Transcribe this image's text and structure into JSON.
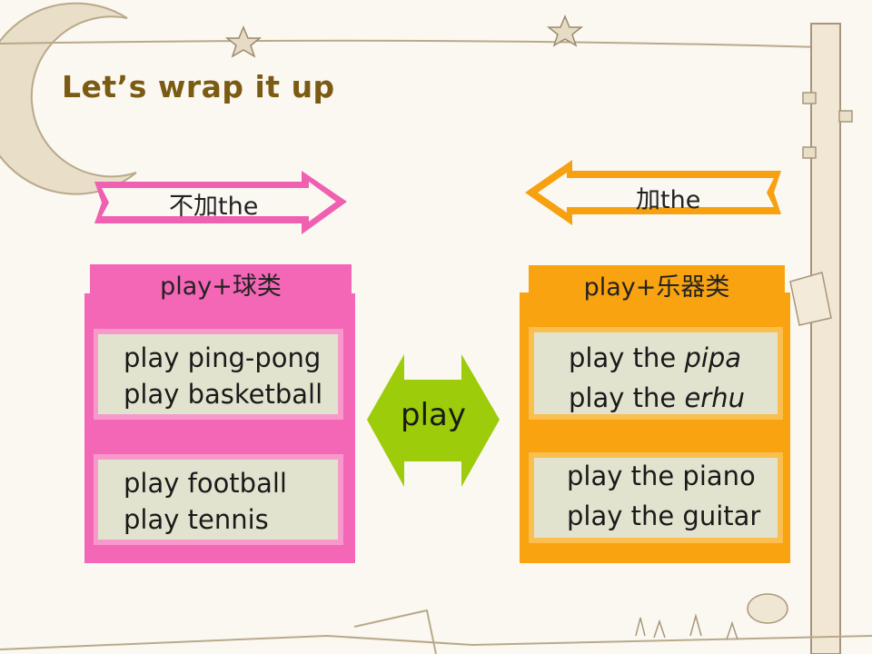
{
  "title": "Let’s wrap it up",
  "left_arrow": {
    "label": "不加the",
    "color": "#f060b0"
  },
  "right_arrow": {
    "label": "加the",
    "color": "#f7a010"
  },
  "center": {
    "label": "play",
    "color": "#9ccc0a"
  },
  "left_panel": {
    "header": "play+球类",
    "color": "#f466b6",
    "groups": [
      {
        "line1": "play ping-pong",
        "line2": "play basketball"
      },
      {
        "line1": "play football",
        "line2": "play tennis"
      }
    ]
  },
  "right_panel": {
    "header": "play+乐器类",
    "color": "#f8a30f",
    "groups": [
      {
        "line1_prefix": "play the ",
        "line1_italic": "pipa",
        "line2_prefix": "play the ",
        "line2_italic": "erhu"
      },
      {
        "line1_prefix": "play the piano",
        "line1_italic": "",
        "line2_prefix": "play the guitar",
        "line2_italic": ""
      }
    ]
  }
}
